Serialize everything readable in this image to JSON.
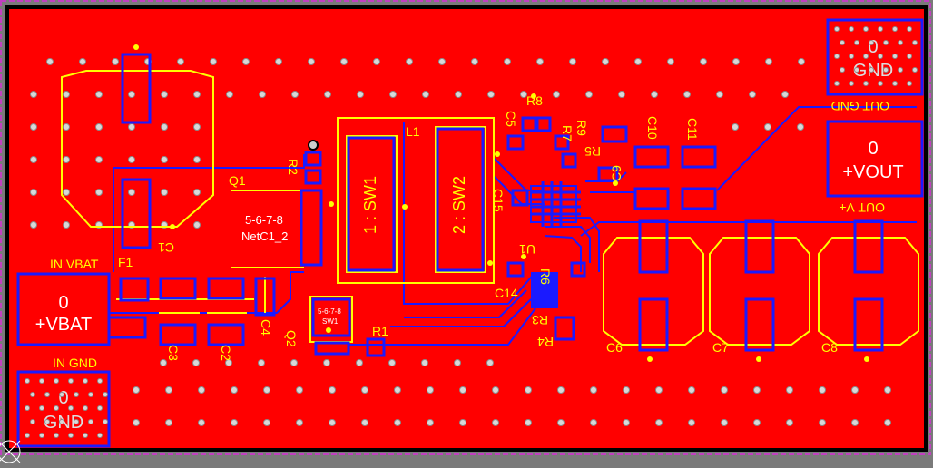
{
  "colors": {
    "background": "#7a7a7a",
    "board_copper": "#ff0000",
    "board_outline": "#000000",
    "board_edge": "#c040c0",
    "silkscreen": "#ffff00",
    "pad_blue": "#1a1aff",
    "via": "#c8c8c8",
    "pad_text": "#ffffff"
  },
  "pads": {
    "vbat": {
      "net": "0",
      "name": "+VBAT"
    },
    "gnd_in": {
      "net": "0",
      "name": "GND"
    },
    "gnd_out": {
      "net": "0",
      "name": "GND"
    },
    "vout": {
      "net": "0",
      "name": "+VOUT"
    }
  },
  "labels": {
    "in_vbat": "IN VBAT",
    "in_gnd": "IN GND",
    "out_gnd": "OUT GND",
    "out_v": "OUT V+",
    "f1": "F1",
    "q1": "Q1",
    "q2": "Q2",
    "r1": "R1",
    "r2": "R2",
    "r3": "R3",
    "r4": "R4",
    "r5": "R5",
    "r6": "R6",
    "r7": "R7",
    "r8": "R8",
    "r9": "R9",
    "l1": "L1",
    "c1": "C1",
    "c2": "C2",
    "c3": "C3",
    "c4": "C4",
    "c5": "C5",
    "c6": "C6",
    "c7": "C7",
    "c8": "C8",
    "c9": "C9",
    "c10": "C10",
    "c11": "C11",
    "c14": "C14",
    "c15": "C15",
    "u1": "U1",
    "sw1": "1 : SW1",
    "sw2": "2 : SW2",
    "net_pins": "5-6-7-8",
    "net_name": "NetC1_2",
    "q2_pins": "5-6-7-8",
    "q2_net": "SW1"
  }
}
